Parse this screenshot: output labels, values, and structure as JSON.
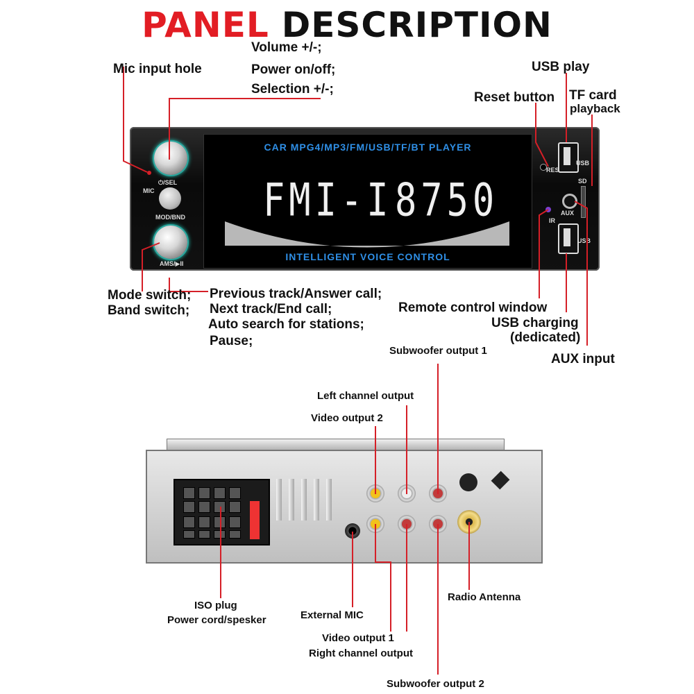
{
  "title": {
    "part1": "PANEL",
    "part2": "DESCRIPTION"
  },
  "front_labels": {
    "volume": "Volume +/-;",
    "power": "Power on/off;",
    "selection": "Selection +/-;",
    "mic_hole": "Mic input hole",
    "usb_play": "USB play",
    "reset": "Reset button",
    "tf_card_1": "TF card",
    "tf_card_2": "playback",
    "mode_switch": "Mode switch;",
    "band_switch": "Band switch;",
    "prev_track": "Previous track/Answer call;",
    "next_track": "Next track/End call;",
    "auto_search": "Auto search for stations;",
    "pause": "Pause;",
    "remote_window": "Remote control window",
    "usb_charging_1": "USB charging",
    "usb_charging_2": "(dedicated)",
    "aux_input": "AUX input"
  },
  "panel": {
    "screen_header": "CAR  MPG4/MP3/FM/USB/TF/BT    PLAYER",
    "screen_footer": "INTELLIGENT VOICE CONTROL",
    "band": "FMI-I",
    "frequency": "8750",
    "mic": "MIC",
    "sel": "⏻/SEL",
    "mod_bnd": "MOD/BND",
    "ams": "AMS/▶II",
    "res": "RES",
    "ir": "IR",
    "aux": "AUX",
    "usb": "USB",
    "sd": "SD",
    "usb2": "USB"
  },
  "rear_labels": {
    "subwoofer1": "Subwoofer output 1",
    "left_channel": "Left channel output",
    "video2": "Video output 2",
    "iso_1": "ISO plug",
    "iso_2": "Power cord/spesker",
    "external_mic": "External MIC",
    "video1": "Video output 1",
    "right_channel": "Right channel output",
    "radio_antenna": "Radio Antenna",
    "subwoofer2": "Subwoofer output 2"
  },
  "colors": {
    "accent_red": "#e21d24",
    "leader_red": "#d51f27",
    "screen_blue": "#2f8fe6",
    "knob_glow": "#23c6b5"
  }
}
